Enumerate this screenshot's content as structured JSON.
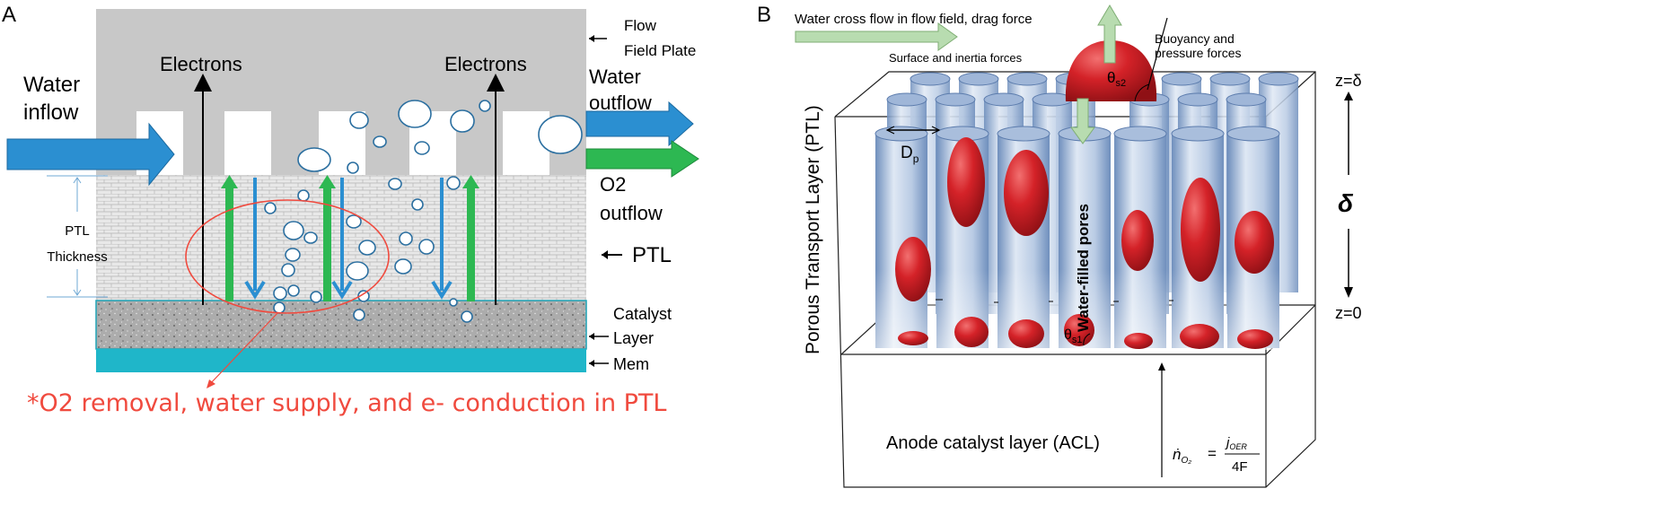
{
  "panel_a": {
    "panel_label": "A",
    "flow_field_plate_line1": "Flow",
    "flow_field_plate_line2": "Field Plate",
    "electrons_left": "Electrons",
    "electrons_right": "Electrons",
    "water_inflow_line1": "Water",
    "water_inflow_line2": "inflow",
    "water_outflow_line1": "Water",
    "water_outflow_line2": "outflow",
    "o2_outflow_line1": "O2",
    "o2_outflow_line2": "outflow",
    "ptl_label": "PTL",
    "ptl_thickness_line1": "PTL",
    "ptl_thickness_line2": "Thickness",
    "catalyst_layer_line1": "Catalyst",
    "catalyst_layer_line2": "Layer",
    "membrane_label": "Mem",
    "caption": "*O2 removal, water supply, and e- conduction in PTL",
    "colors": {
      "plate": "#c8c8c8",
      "ptl": "#e6e6e6",
      "catalyst": "#a9a9a9",
      "membrane": "#1fb6c9",
      "water_arrow": "#2b8fd1",
      "o2_arrow": "#2db852",
      "caption": "#f04a3e"
    }
  },
  "panel_b": {
    "panel_label": "B",
    "cross_flow_label": "Water cross flow in flow field, drag force",
    "surface_inertia_label": "Surface and inertia forces",
    "buoyancy_line1": "Buoyancy and",
    "buoyancy_line2": "pressure forces",
    "theta_s2": "θ",
    "theta_s2_sub": "s2",
    "theta_s1": "θ",
    "theta_s1_sub": "s1",
    "z_top": "z=δ",
    "z_bottom": "z=0",
    "delta": "δ",
    "dp": "D",
    "dp_sub": "p",
    "ptl_axis_label": "Porous Transport Layer (PTL)",
    "water_filled_pores": "Water-filled pores",
    "acl_label": "Anode catalyst layer (ACL)",
    "flux_lhs": "ṅ",
    "flux_lhs_sub": "O₂",
    "flux_eq": "=",
    "flux_numerator": "j",
    "flux_numerator_sub": "OER",
    "flux_denominator": "4F",
    "colors": {
      "pore": "#8ea9cf",
      "bubble": "#d4242a",
      "arrow": "#b8dcb0"
    }
  }
}
